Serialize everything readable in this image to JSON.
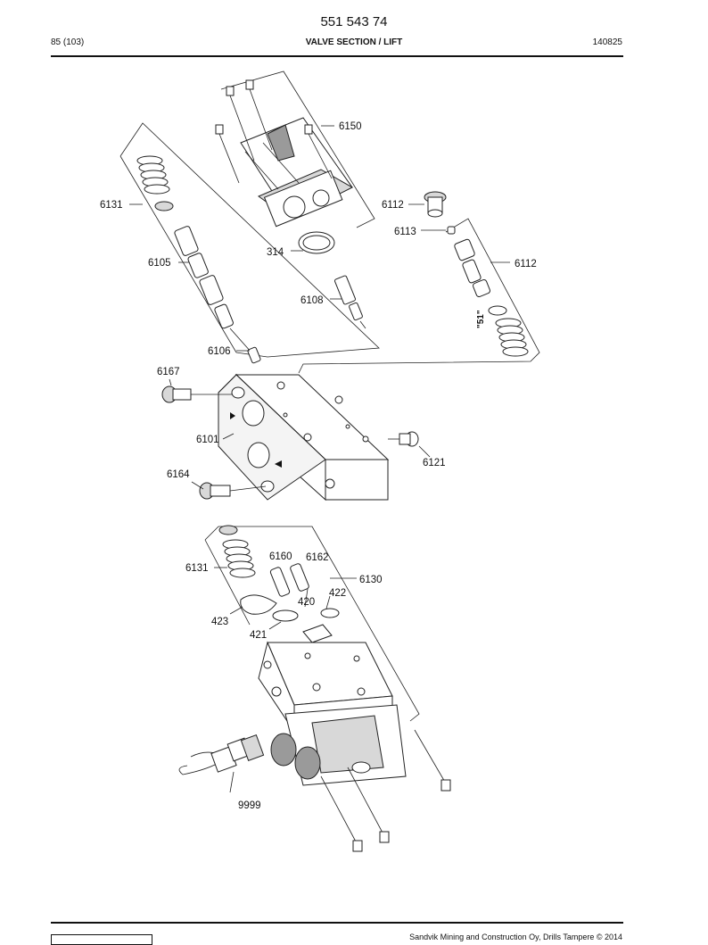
{
  "header": {
    "doc_number": "551 543 74",
    "page_counter": "85 (103)",
    "section_title": "VALVE SECTION / LIFT",
    "date_code": "140825"
  },
  "footer": {
    "copyright": "Sandvik Mining and Construction Oy, Drills Tampere © 2014"
  },
  "callouts": {
    "c6150": "6150",
    "c6131a": "6131",
    "c6105": "6105",
    "c314": "314",
    "c6108": "6108",
    "c6106": "6106",
    "c6112a": "6112",
    "c6113": "6113",
    "c6112b": "6112",
    "c51": "\"51\"",
    "c6167": "6167",
    "c6101": "6101",
    "c6121": "6121",
    "c6164": "6164",
    "c6131b": "6131",
    "c6160": "6160",
    "c6162": "6162",
    "c6130": "6130",
    "c422": "422",
    "c420": "420",
    "c423": "423",
    "c421": "421",
    "c9999": "9999"
  }
}
